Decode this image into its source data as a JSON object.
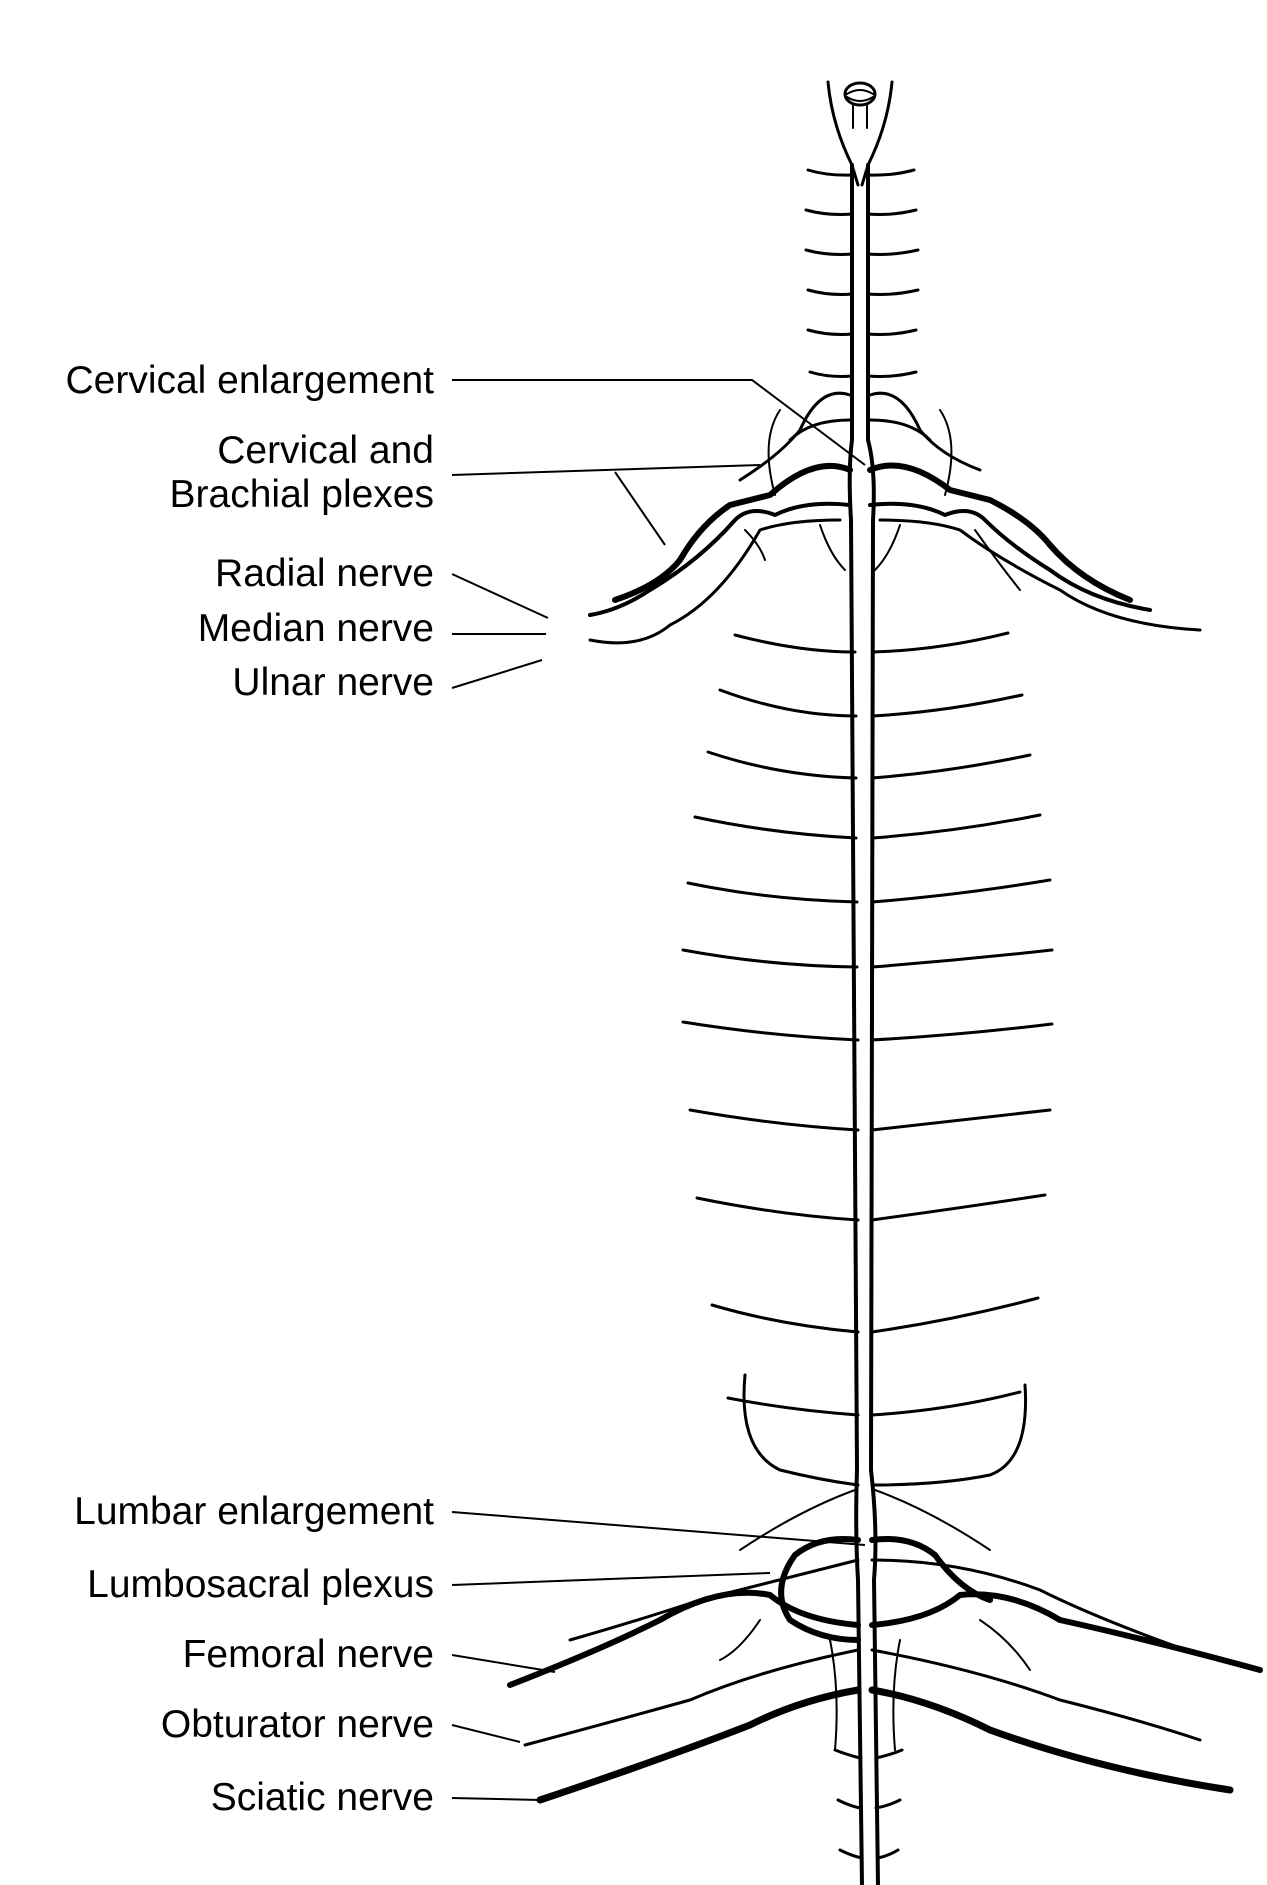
{
  "labels": {
    "cervical_enlargement": "Cervical enlargement",
    "plexes_line1": "Cervical and",
    "plexes_line2": "Brachial plexes",
    "radial_nerve": "Radial nerve",
    "median_nerve": "Median nerve",
    "ulnar_nerve": "Ulnar nerve",
    "lumbar_enlargement": "Lumbar enlargement",
    "lumbosacral_plexus": "Lumbosacral plexus",
    "femoral_nerve": "Femoral nerve",
    "obturator_nerve": "Obturator nerve",
    "sciatic_nerve": "Sciatic nerve"
  },
  "colors": {
    "ink": "#000000",
    "background": "#ffffff"
  }
}
